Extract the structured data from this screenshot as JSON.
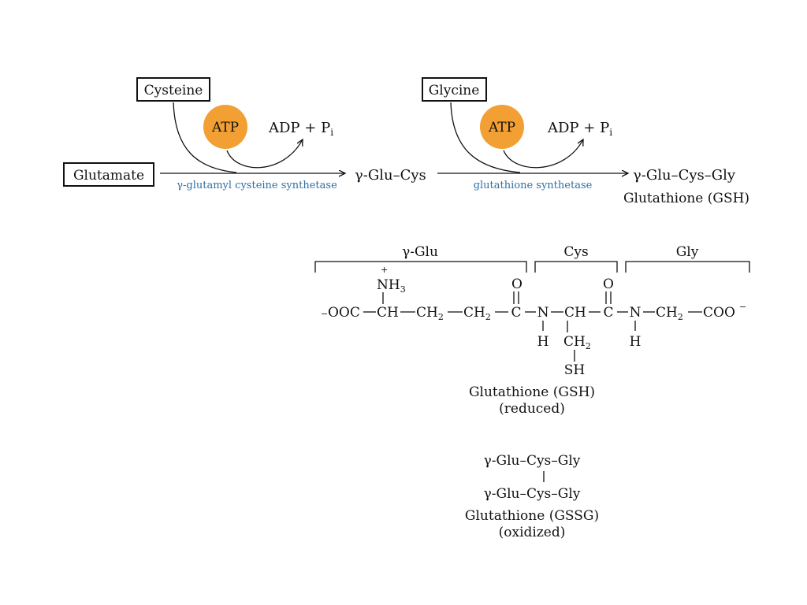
{
  "pathway": {
    "cysteine": "Cysteine",
    "glycine": "Glycine",
    "glutamate": "Glutamate",
    "atp1": "ATP",
    "atp2": "ATP",
    "adp1": "ADP + P",
    "adp1_sub": "i",
    "adp2": "ADP + P",
    "adp2_sub": "i",
    "enzyme1": "γ-glutamyl cysteine synthetase",
    "enzyme2": "glutathione synthetase",
    "intermediate": "γ-Glu–Cys",
    "product": "γ-Glu–Cys–Gly",
    "product_name": "Glutathione (GSH)"
  },
  "structure": {
    "bracket_glu": "γ-Glu",
    "bracket_cys": "Cys",
    "bracket_gly": "Gly",
    "plus": "+",
    "nh3": "NH",
    "nh3_sub": "3",
    "minus_left": "−",
    "ooc": "OOC",
    "ch1": "CH",
    "ch2a": "CH",
    "ch2a_sub": "2",
    "ch2b": "CH",
    "ch2b_sub": "2",
    "c1": "C",
    "o1": "O",
    "n1": "N",
    "h1": "H",
    "ch3": "CH",
    "c2": "C",
    "o2": "O",
    "n2": "N",
    "h2": "H",
    "ch2c": "CH",
    "ch2c_sub": "2",
    "coo": "COO",
    "minus_right": "−",
    "side_ch2": "CH",
    "side_ch2_sub": "2",
    "sh": "SH",
    "name": "Glutathione (GSH)",
    "state": "(reduced)"
  },
  "oxidized": {
    "line1": "γ-Glu–Cys–Gly",
    "line2": "γ-Glu–Cys–Gly",
    "name": "Glutathione (GSSG)",
    "state": "(oxidized)"
  },
  "colors": {
    "atp": "#f2a033",
    "enzyme_text": "#2f6fa3"
  }
}
